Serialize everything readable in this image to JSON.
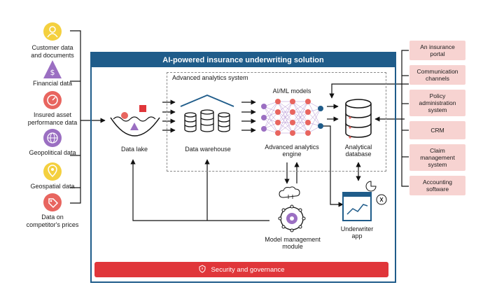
{
  "sources": [
    {
      "label": "Customer data\nand documents",
      "color": "#f4d03f",
      "icon": "person-icon"
    },
    {
      "label": "Financial data",
      "color": "#9b6fc2",
      "icon": "dollar-icon"
    },
    {
      "label": "Insured asset\nperformance data",
      "color": "#e8655f",
      "icon": "gauge-icon"
    },
    {
      "label": "Geopolitical data",
      "color": "#9b6fc2",
      "icon": "globe-icon"
    },
    {
      "label": "Geospatial data",
      "color": "#f4d03f",
      "icon": "location-pin-icon"
    },
    {
      "label": "Data on\ncompetitor's prices",
      "color": "#e8655f",
      "icon": "price-tag-icon"
    }
  ],
  "main": {
    "title": "AI-powered insurance underwriting solution",
    "analytics_system": "Advanced analytics system",
    "data_lake": "Data lake",
    "data_warehouse": "Data warehouse",
    "ai_ml_models": "AI/ML models",
    "analytics_engine": "Advanced analytics\nengine",
    "analytical_database": "Analytical\ndatabase",
    "underwriter_app": "Underwriter\napp",
    "model_management": "Model management\nmodule",
    "security": "Security and governance"
  },
  "targets": [
    "An insurance\nportal",
    "Communication\nchannels",
    "Policy\nadministration\nsystem",
    "CRM",
    "Claim\nmanagement\nsystem",
    "Accounting\nsoftware"
  ],
  "colors": {
    "navy": "#1f5c8a",
    "red": "#e0363a",
    "pink": "#f7d3d1",
    "coral": "#e8655f",
    "purple": "#9b6fc2",
    "yellow": "#f4d03f",
    "nn_blue": "#1f5c8a"
  }
}
